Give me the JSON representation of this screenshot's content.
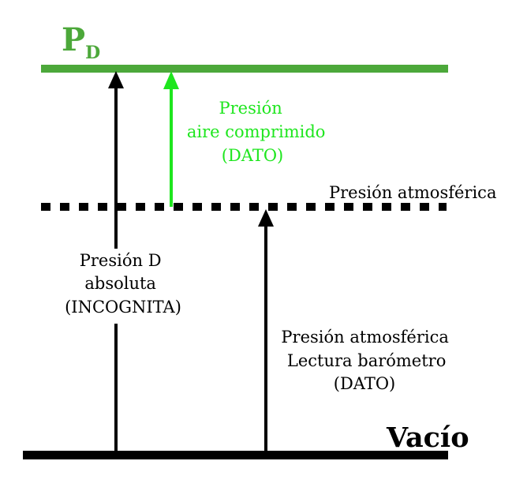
{
  "colors": {
    "pd_line": "#4ca83a",
    "compressed_arrow": "#1ee61e",
    "black": "#000000"
  },
  "pd_label": {
    "main": "P",
    "sub": "D"
  },
  "vacuum_label": "Vacío",
  "atm_line_label": "Presión atmosférica",
  "compressed_air_label": [
    "Presión",
    "aire comprimido",
    "(DATO)"
  ],
  "absolute_label": [
    "Presión D",
    "absoluta",
    "(INCOGNITA)"
  ],
  "barometer_label": [
    "Presión atmosférica",
    "Lectura barómetro",
    "(DATO)"
  ]
}
